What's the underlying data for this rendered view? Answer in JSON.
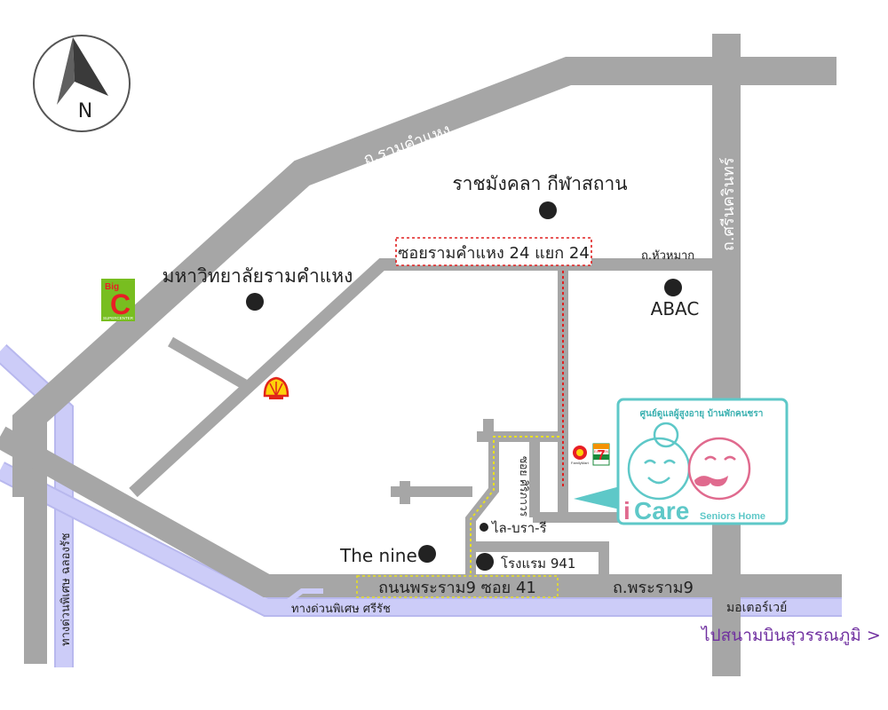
{
  "compass": {
    "letter": "N"
  },
  "roads": {
    "ramkhamhaeng": "ถ.รามคำแหง",
    "srinakarin": "ถ.ศรีนครินทร์",
    "hua_mak": "ถ.หัวหมาก",
    "rama9": "ถ.พระราม9",
    "soi_siriporn": "ซอย ศิริภาวร",
    "expressway_chalongrat": "ทางด่วนพิเศษ ฉลองรัช",
    "expressway_sirirat": "ทางด่วนพิเศษ ศรีรัช",
    "motorway": "มอเตอร์เวย์"
  },
  "highlights": {
    "soi_ramkhamhaeng": "ซอยรามคำแหง 24 แยก 24",
    "rama9_soi": "ถนนพระราม9   ซอย 41"
  },
  "places": {
    "rajamangala": "ราชมังคลา กีฬาสถาน",
    "ramkhamhaeng_univ": "มหาวิทยาลัยรามคำแหง",
    "abac": "ABAC",
    "the_nine": "The nine",
    "hotel_941": "โรงแรม 941",
    "la_brary": "ไล-บรา-รี"
  },
  "brands": {
    "bigc_top": "Big",
    "bigc_letter": "C",
    "bigc_sub": "SUPERCENTER",
    "familymart": "FamilyMart",
    "seven_eleven": "7",
    "seven_eleven_text": "ELEVEN"
  },
  "icare": {
    "title": "ศูนย์ดูแลผู้สูงอายุ บ้านพักคนชรา",
    "brand_i": "i",
    "brand_care": "Care",
    "tagline": "Seniors Home"
  },
  "airport_link": "ไปสนามบินสุวรรณภูมิ >",
  "colors": {
    "road": "#a6a6a6",
    "expressway": "#ccccf8",
    "expressway_edge": "#b8b8ee",
    "icare_teal": "#5ec8c8",
    "icare_pink": "#e06a8e",
    "airport_link": "#7030a0",
    "highlight_red": "#e02020",
    "highlight_yellow": "#e8e020",
    "poi": "#222222"
  }
}
